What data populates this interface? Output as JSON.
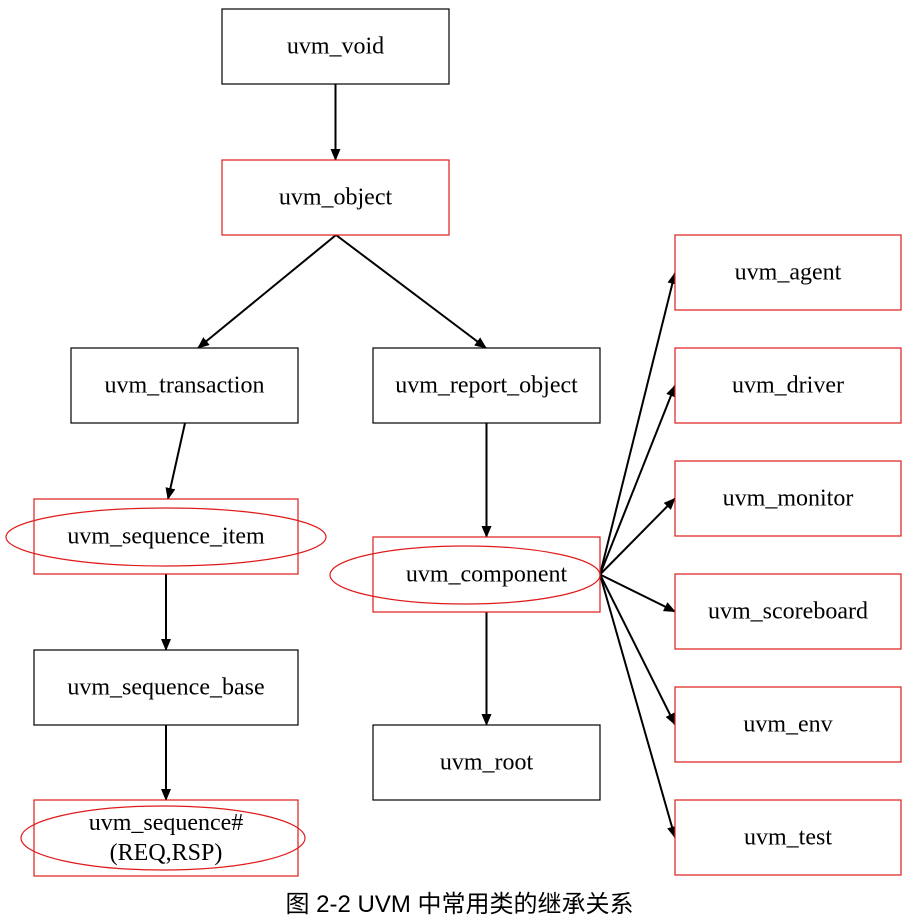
{
  "caption": "图 2-2 UVM 中常用类的继承关系",
  "colors": {
    "normal_border": "#000000",
    "highlight_border": "#e01a1a",
    "edge": "#000000"
  },
  "nodes": [
    {
      "id": "uvm_void",
      "lines": [
        "uvm_void"
      ],
      "highlight": false,
      "ellipse": false
    },
    {
      "id": "uvm_object",
      "lines": [
        "uvm_object"
      ],
      "highlight": true,
      "ellipse": false
    },
    {
      "id": "uvm_transaction",
      "lines": [
        "uvm_transaction"
      ],
      "highlight": false,
      "ellipse": false
    },
    {
      "id": "uvm_report_object",
      "lines": [
        "uvm_report_object"
      ],
      "highlight": false,
      "ellipse": false
    },
    {
      "id": "uvm_sequence_item",
      "lines": [
        "uvm_sequence_item"
      ],
      "highlight": true,
      "ellipse": true
    },
    {
      "id": "uvm_component",
      "lines": [
        "uvm_component"
      ],
      "highlight": true,
      "ellipse": true
    },
    {
      "id": "uvm_sequence_base",
      "lines": [
        "uvm_sequence_base"
      ],
      "highlight": false,
      "ellipse": false
    },
    {
      "id": "uvm_sequence",
      "lines": [
        "uvm_sequence#",
        "(REQ,RSP)"
      ],
      "highlight": true,
      "ellipse": true
    },
    {
      "id": "uvm_root",
      "lines": [
        "uvm_root"
      ],
      "highlight": false,
      "ellipse": false
    },
    {
      "id": "uvm_agent",
      "lines": [
        "uvm_agent"
      ],
      "highlight": true,
      "ellipse": false
    },
    {
      "id": "uvm_driver",
      "lines": [
        "uvm_driver"
      ],
      "highlight": true,
      "ellipse": false
    },
    {
      "id": "uvm_monitor",
      "lines": [
        "uvm_monitor"
      ],
      "highlight": true,
      "ellipse": false
    },
    {
      "id": "uvm_scoreboard",
      "lines": [
        "uvm_scoreboard"
      ],
      "highlight": true,
      "ellipse": false
    },
    {
      "id": "uvm_env",
      "lines": [
        "uvm_env"
      ],
      "highlight": true,
      "ellipse": false
    },
    {
      "id": "uvm_test",
      "lines": [
        "uvm_test"
      ],
      "highlight": true,
      "ellipse": false
    }
  ],
  "edges": [
    {
      "from": "uvm_void",
      "to": "uvm_object"
    },
    {
      "from": "uvm_object",
      "to": "uvm_transaction"
    },
    {
      "from": "uvm_object",
      "to": "uvm_report_object"
    },
    {
      "from": "uvm_transaction",
      "to": "uvm_sequence_item"
    },
    {
      "from": "uvm_sequence_item",
      "to": "uvm_sequence_base"
    },
    {
      "from": "uvm_sequence_base",
      "to": "uvm_sequence"
    },
    {
      "from": "uvm_report_object",
      "to": "uvm_component"
    },
    {
      "from": "uvm_component",
      "to": "uvm_root"
    },
    {
      "from": "uvm_component",
      "to": "uvm_agent"
    },
    {
      "from": "uvm_component",
      "to": "uvm_driver"
    },
    {
      "from": "uvm_component",
      "to": "uvm_monitor"
    },
    {
      "from": "uvm_component",
      "to": "uvm_scoreboard"
    },
    {
      "from": "uvm_component",
      "to": "uvm_env"
    },
    {
      "from": "uvm_component",
      "to": "uvm_test"
    }
  ]
}
